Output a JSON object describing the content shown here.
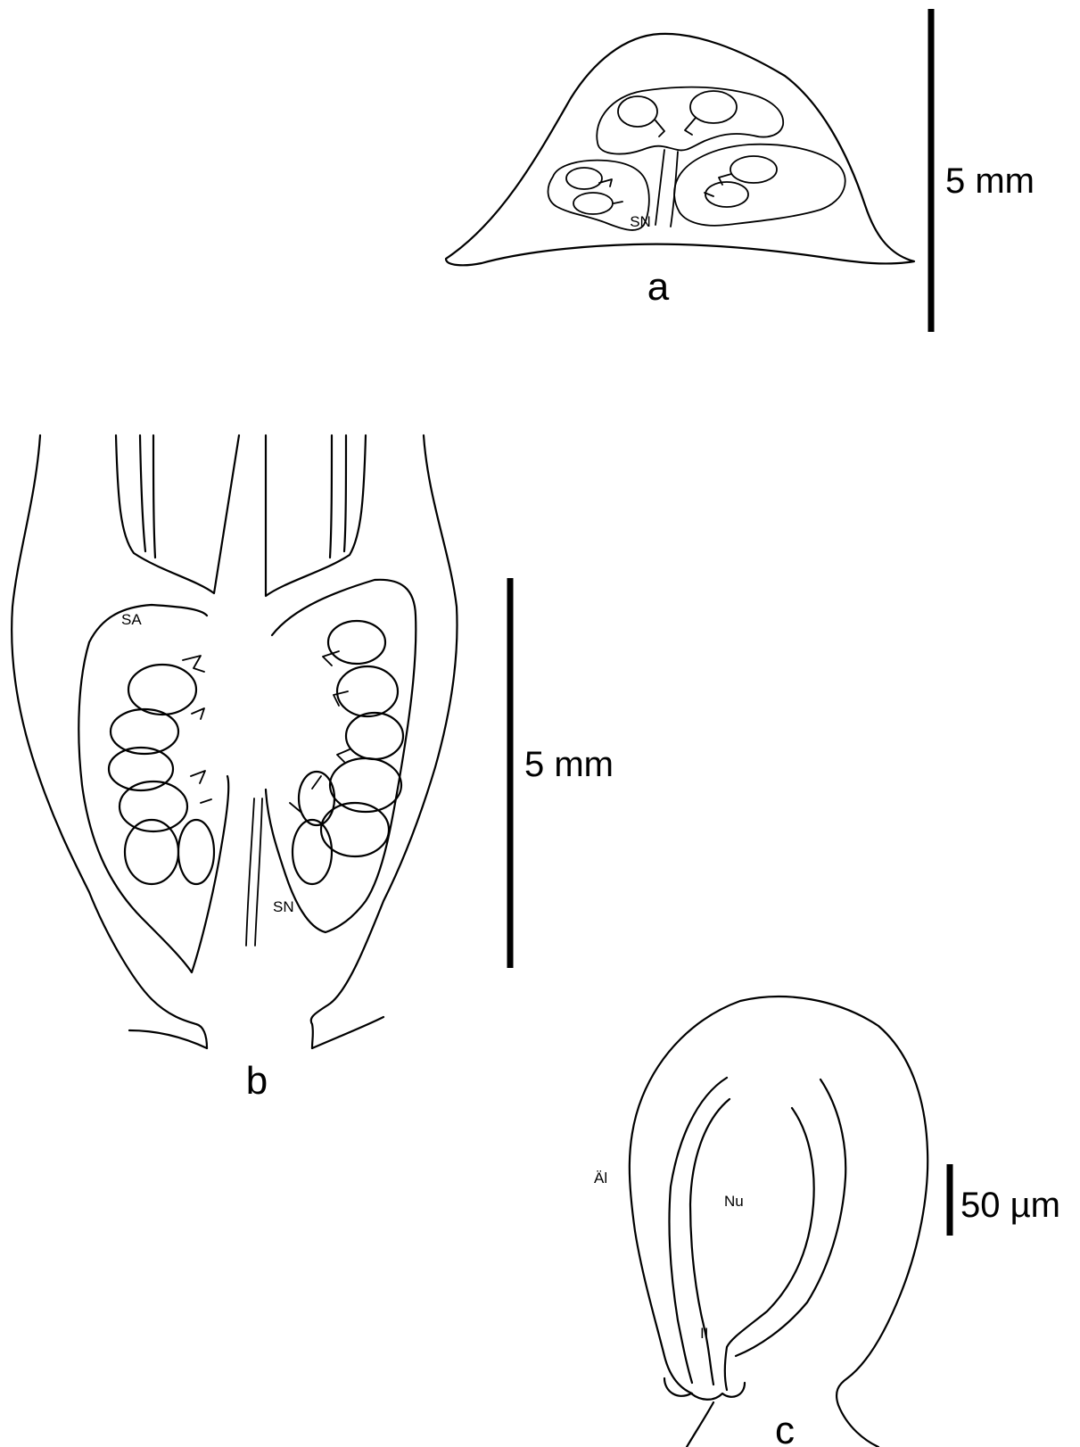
{
  "panels": {
    "a": {
      "letter": "a",
      "scale_label": "5 mm",
      "labels": {
        "sn": "SN"
      }
    },
    "b": {
      "letter": "b",
      "scale_label": "5 mm",
      "labels": {
        "sa": "SA",
        "sn": "SN"
      }
    },
    "c": {
      "letter": "c",
      "scale_label": "50 µm",
      "labels": {
        "ai": "Äl",
        "nu": "Nu",
        "ii": "II"
      }
    }
  },
  "colors": {
    "ink": "#000000",
    "background": "#ffffff"
  }
}
